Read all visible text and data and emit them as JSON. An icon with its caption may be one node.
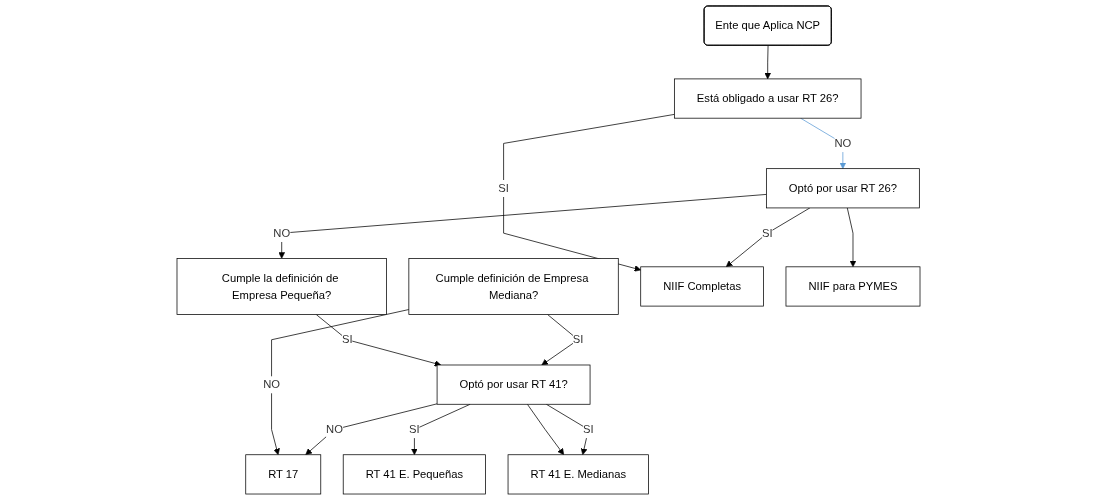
{
  "diagram": {
    "nodes": [
      {
        "text": [
          "Ente que Aplica NCP"
        ]
      },
      {
        "text": [
          "Está obligado a usar RT 26?"
        ]
      },
      {
        "text": [
          "Optó por usar RT 26?"
        ]
      },
      {
        "text": [
          "Cumple la definición de Empresa Pequeña?"
        ]
      },
      {
        "text": [
          "Cumple definición de Empresa Mediana?"
        ]
      },
      {
        "text": [
          "Optó por usar RT 41?"
        ]
      },
      {
        "text": [
          "NIIF Completas"
        ]
      },
      {
        "text": [
          "NIIF para PYMES"
        ]
      },
      {
        "text": [
          "RT 41 E. Pequeñas"
        ]
      },
      {
        "text": [
          "RT 41 E. Medianas"
        ]
      },
      {
        "text": [
          "RT 17"
        ]
      }
    ],
    "edges": [
      {
        "from": 0,
        "to": 1,
        "arrow": "to"
      },
      {
        "from": 1,
        "to": 6,
        "arrow": "to",
        "label": "SI"
      },
      {
        "from": 1,
        "to": 2,
        "arrow": "to",
        "label": "NO",
        "color": "#5b9bd5"
      },
      {
        "from": 2,
        "to": 6,
        "arrow": "to",
        "label": "SI"
      },
      {
        "from": 2,
        "to": 7,
        "arrow": "to"
      },
      {
        "from": 2,
        "to": 3,
        "arrow": "to",
        "label": "NO"
      },
      {
        "from": 3,
        "to": 5,
        "arrow": "to",
        "label": "SI"
      },
      {
        "from": 4,
        "to": 5,
        "arrow": "to",
        "label": "SI"
      },
      {
        "from": 4,
        "to": 10,
        "arrow": "to",
        "label": "NO"
      },
      {
        "from": 5,
        "to": 10,
        "arrow": "to",
        "label": "NO"
      },
      {
        "from": 5,
        "to": 8,
        "arrow": "to",
        "label": "SI"
      },
      {
        "from": 5,
        "to": 9,
        "arrow": "to"
      },
      {
        "from": 5,
        "to": 9,
        "arrow": "to",
        "label": "SI"
      }
    ]
  }
}
